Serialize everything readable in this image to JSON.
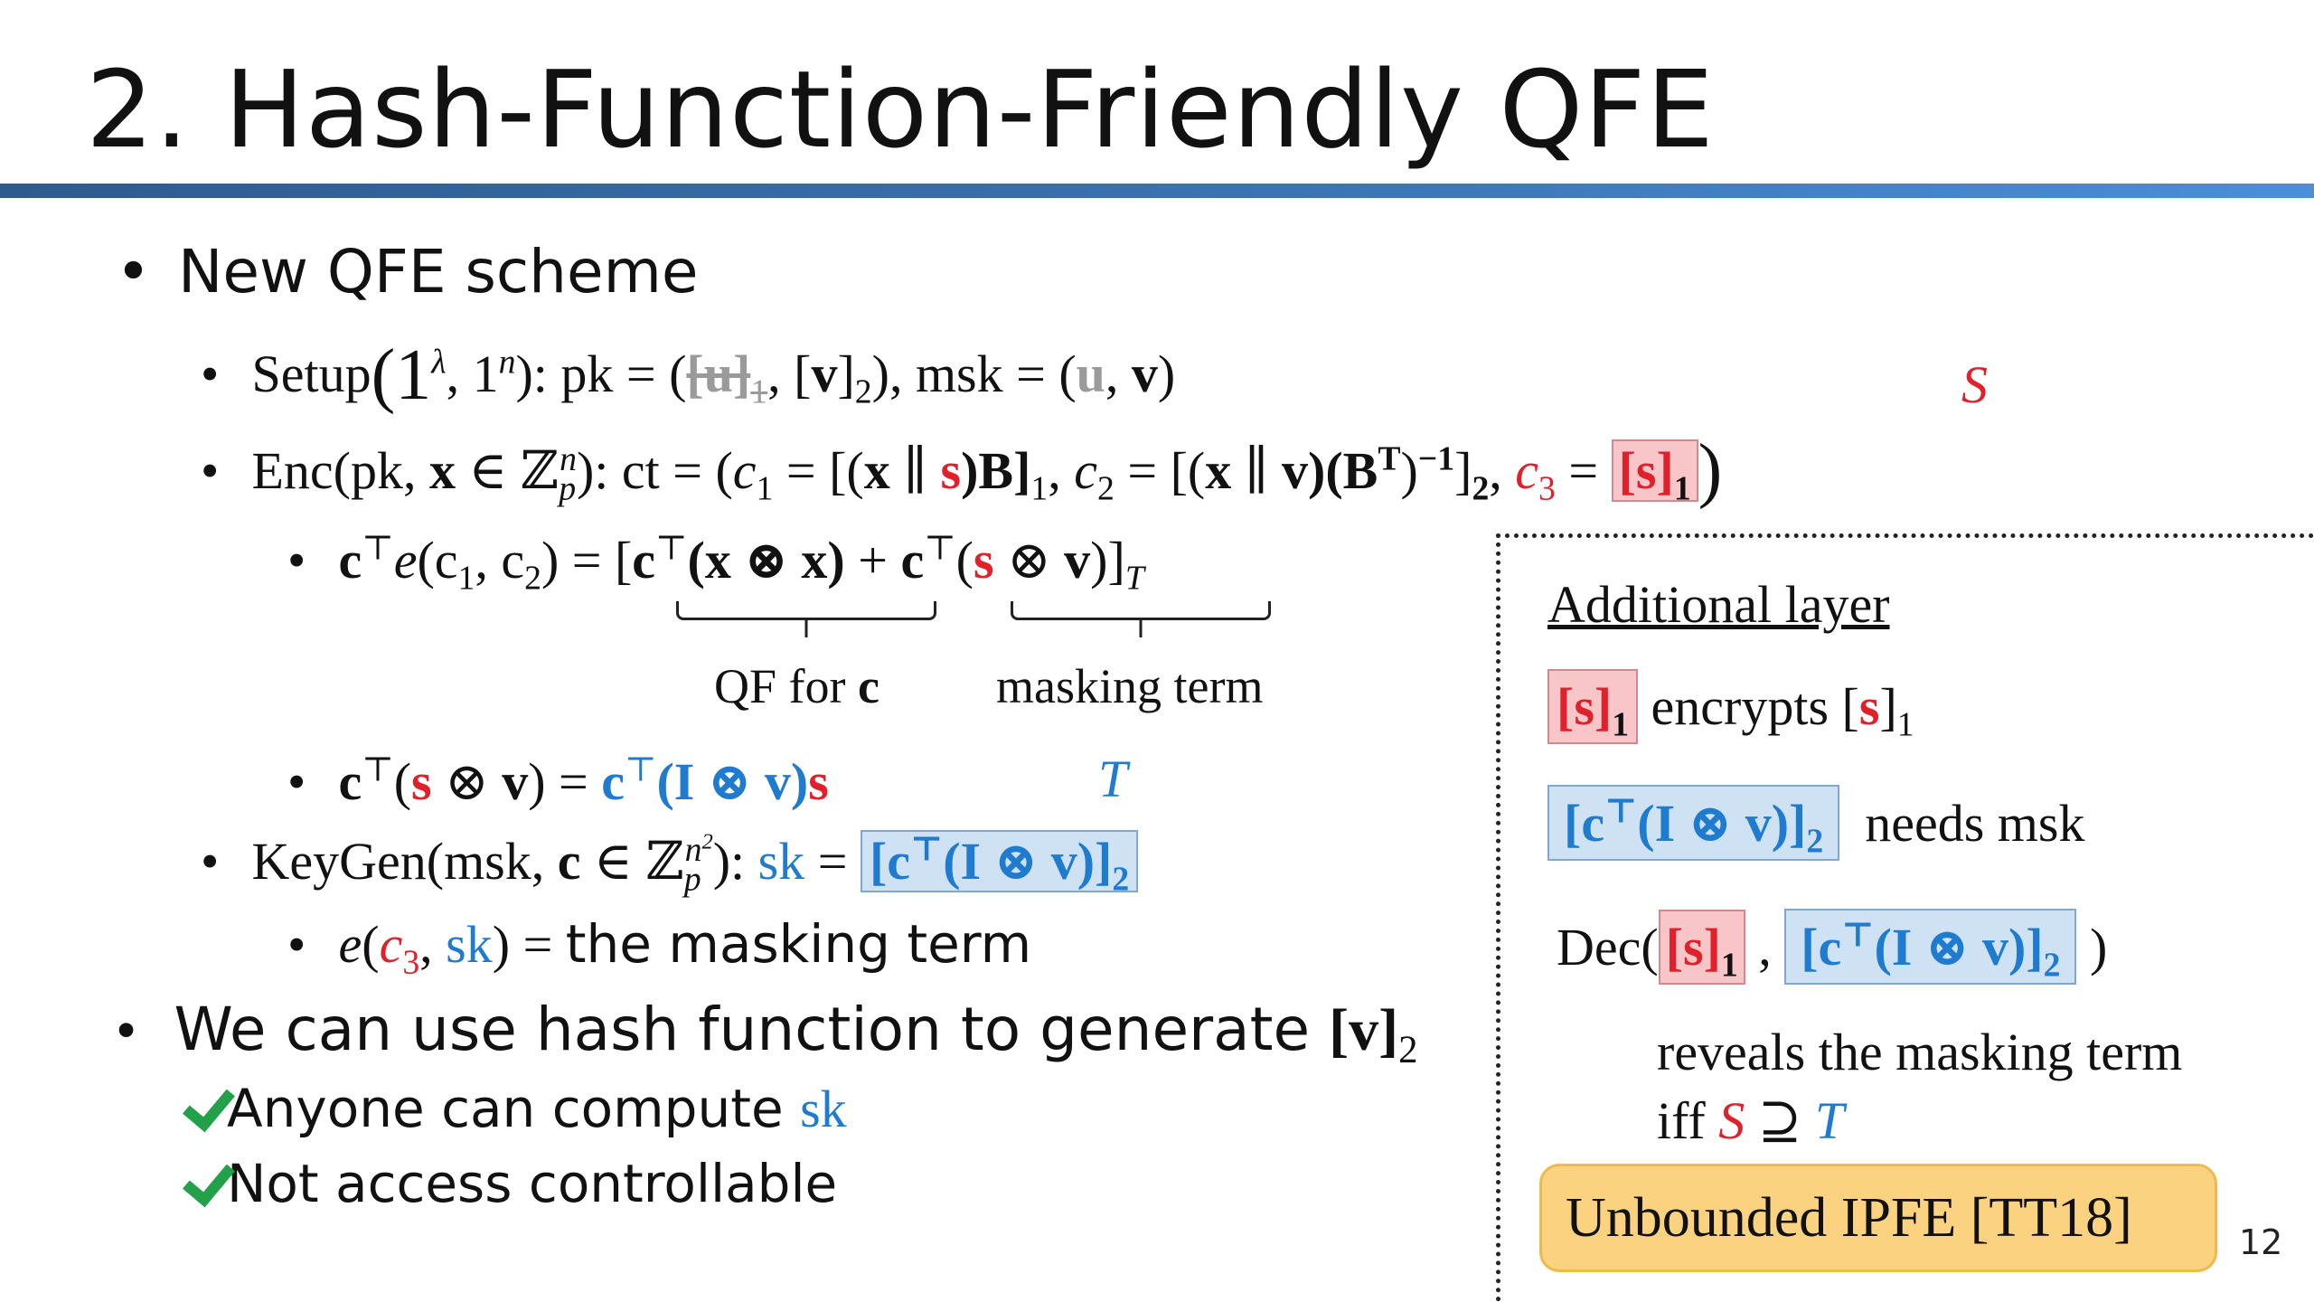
{
  "title": "2. Hash-Function-Friendly QFE",
  "bullets": {
    "new_qfe": "New QFE scheme",
    "setup_label": "Setup",
    "setup_args": "(1",
    "setup_lambda": "λ",
    "setup_comma": ", 1",
    "setup_n": "n",
    "setup_close": "):  pk = (",
    "setup_u1": "[u]",
    "setup_u1_sub": "1",
    "setup_mid": ", [",
    "setup_v": "v",
    "setup_v_close": "]",
    "setup_v_sub": "2",
    "setup_msk": "), msk = (",
    "setup_u2": "u",
    "setup_msk_end": ", ",
    "setup_msk_v": "v",
    "setup_end": ")",
    "enc_label": "Enc(pk, ",
    "enc_x": "x",
    "enc_in": " ∈ ℤ",
    "enc_p": "p",
    "enc_n": "n",
    "enc_ct": "): ct = (",
    "enc_c1": "c",
    "enc_c1_sub": "1",
    "enc_eq1": " = [(",
    "enc_x2": "x",
    "enc_par": " ∥ ",
    "enc_s": "s",
    "enc_B": ")B]",
    "enc_B_sub": "1",
    "enc_c2pre": ", ",
    "enc_c2": "c",
    "enc_c2_sub": "2",
    "enc_eq2": " = [(",
    "enc_x3": "x",
    "enc_par2": " ∥ ",
    "enc_v": "v",
    "enc_BT": ")(B",
    "enc_T": "T",
    "enc_inv": ")",
    "enc_inv_sup": "−1",
    "enc_br": "]",
    "enc_br_sub": "2",
    "enc_c3pre": ", ",
    "enc_c3": "c",
    "enc_c3_sub": "3",
    "enc_eq3": " = ",
    "enc_s3": "[s]",
    "enc_s3_sub": "1",
    "enc_end": ")",
    "enc_S": "S",
    "ce_c": "c",
    "ce_top": "⊤",
    "ce_e": "e",
    "ce_args": "(c",
    "ce_args_sub1": "1",
    "ce_args_mid": ", c",
    "ce_args_sub2": "2",
    "ce_eq": ") = [",
    "ce_c2": "c",
    "ce_top2": "⊤",
    "ce_xx": "(x ⊗ x)",
    "ce_plus": " + ",
    "ce_c3": "c",
    "ce_top3": "⊤",
    "ce_open": "(",
    "ce_s": "s",
    "ce_otimes": " ⊗ ",
    "ce_v": "v",
    "ce_close": ")]",
    "ce_T": "T",
    "qf_label": "QF for ",
    "qf_c": "c",
    "masking_label": "masking term",
    "sv_c": "c",
    "sv_top": "⊤",
    "sv_open": "(",
    "sv_s": "s",
    "sv_otimes": " ⊗ ",
    "sv_v": "v",
    "sv_eq": ") = ",
    "sv_rhs": "c",
    "sv_rhs_top": "⊤",
    "sv_rhs_mid": "(I ⊗ v)",
    "sv_rhs_s": "s",
    "sv_T": "T",
    "keygen_label": "KeyGen(msk, ",
    "keygen_c": "c",
    "keygen_in": " ∈ ℤ",
    "keygen_p": "p",
    "keygen_n": "n",
    "keygen_2": "2",
    "keygen_close": "): ",
    "keygen_sk": "sk",
    "keygen_eq": " = ",
    "keygen_box": "[c",
    "keygen_box_top": "⊤",
    "keygen_box_mid": "(I ⊗ v)]",
    "keygen_box_sub": "2",
    "emask_e": "e",
    "emask_open": "(",
    "emask_c3": "c",
    "emask_c3_sub": "3",
    "emask_comma": ", ",
    "emask_sk": "sk",
    "emask_close": ") = ",
    "emask_text": "the masking term",
    "hash_text": "We can use hash function to generate ",
    "hash_v": "[v]",
    "hash_v_sub": "2",
    "check1_text": "Anyone can compute ",
    "check1_sk": "sk",
    "check2_text": "Not access controllable"
  },
  "panel": {
    "heading": "Additional layer",
    "row1_box": "[s]",
    "row1_box_sub": "1",
    "row1_text": " encrypts [",
    "row1_s": "s",
    "row1_end": "]",
    "row1_sub": "1",
    "row2_box": "[c",
    "row2_box_top": "⊤",
    "row2_box_mid": "(I ⊗ v)]",
    "row2_box_sub": "2",
    "row2_text": "needs msk",
    "dec_label": "Dec(",
    "dec_box1": "[s]",
    "dec_box1_sub": "1",
    "dec_comma": " , ",
    "dec_box2": "[c",
    "dec_box2_top": "⊤",
    "dec_box2_mid": "(I ⊗ v)]",
    "dec_box2_sub": "2",
    "dec_end": " )",
    "reveals": "reveals the masking term",
    "iff": "iff ",
    "iff_S": "S",
    "iff_sup": " ⊇ ",
    "iff_T": "T",
    "ipfe": "Unbounded IPFE [TT18]"
  },
  "page_number": "12",
  "colors": {
    "red": "#e0202a",
    "blue": "#1f7bd0",
    "title_bar": "#3b73b4",
    "check": "#23a04a",
    "ipfe_fill": "#fbd380"
  }
}
